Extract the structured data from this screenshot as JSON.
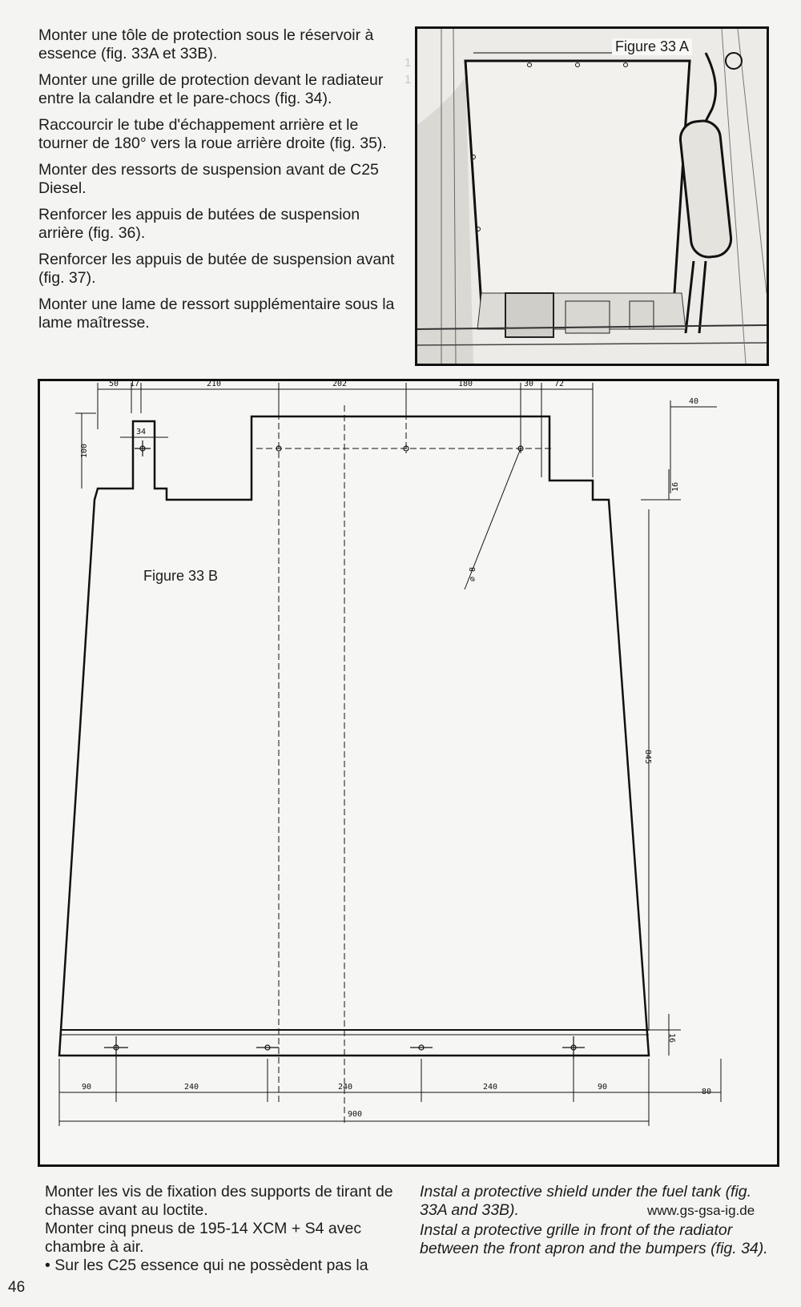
{
  "left_column": {
    "paragraphs": [
      "Monter une tôle de protection sous le réservoir à essence (fig. 33A et 33B).",
      "Monter une grille de protection devant le radiateur entre la calandre et le pare-chocs (fig. 34).",
      "Raccourcir le tube d'échappement arrière et le tourner de 180° vers la roue arrière droite (fig. 35).",
      "Monter des ressorts de suspension avant de C25 Diesel.",
      "Renforcer les appuis de butées de suspension arrière (fig. 36).",
      "Renforcer les appuis de butée de suspension avant (fig. 37).",
      "Monter une lame de ressort supplémentaire sous la lame maîtresse."
    ]
  },
  "figure_a": {
    "label": "Figure 33 A"
  },
  "figure_b": {
    "label": "Figure 33 B",
    "dimensions": {
      "top_50": "50",
      "top_17": "17",
      "top_210": "210",
      "top_202": "202",
      "top_180": "180",
      "top_30": "30",
      "top_72": "72",
      "right_40": "40",
      "tab_34": "34",
      "left_100": "100",
      "right_16_top": "16",
      "hole_d8": "⌀ 8",
      "right_845": "845",
      "right_16_bottom": "16",
      "bottom_90_left": "90",
      "bottom_240_a": "240",
      "bottom_240_b": "240",
      "bottom_240_c": "240",
      "bottom_90_right": "90",
      "bottom_80": "80",
      "bottom_900": "900"
    }
  },
  "bottom_french": {
    "lines": [
      "Monter les vis de fixation des supports de tirant de chasse avant au loctite.",
      "Monter cinq pneus de 195-14 XCM + S4 avec chambre à air.",
      "• Sur les C25 essence qui ne possèdent pas la"
    ]
  },
  "bottom_english": {
    "lines": [
      "Instal a protective shield under the fuel tank (fig. 33A and 33B).",
      "Instal a protective grille in front of the radiator between the front apron and the bumpers (fig. 34)."
    ]
  },
  "watermark": "www.gs-gsa-ig.de",
  "page_number": "46"
}
